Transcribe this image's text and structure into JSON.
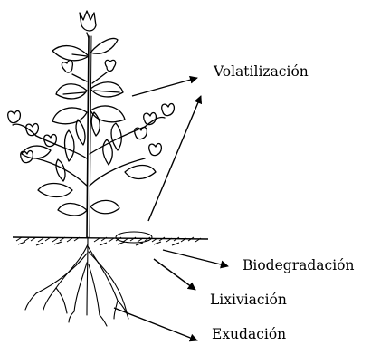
{
  "labels": {
    "volatilizacion": "Volatilización",
    "biodegradacion": "Biodegradación",
    "lixiviacion": "Lixiviación",
    "exudacion": "Exudación"
  }
}
